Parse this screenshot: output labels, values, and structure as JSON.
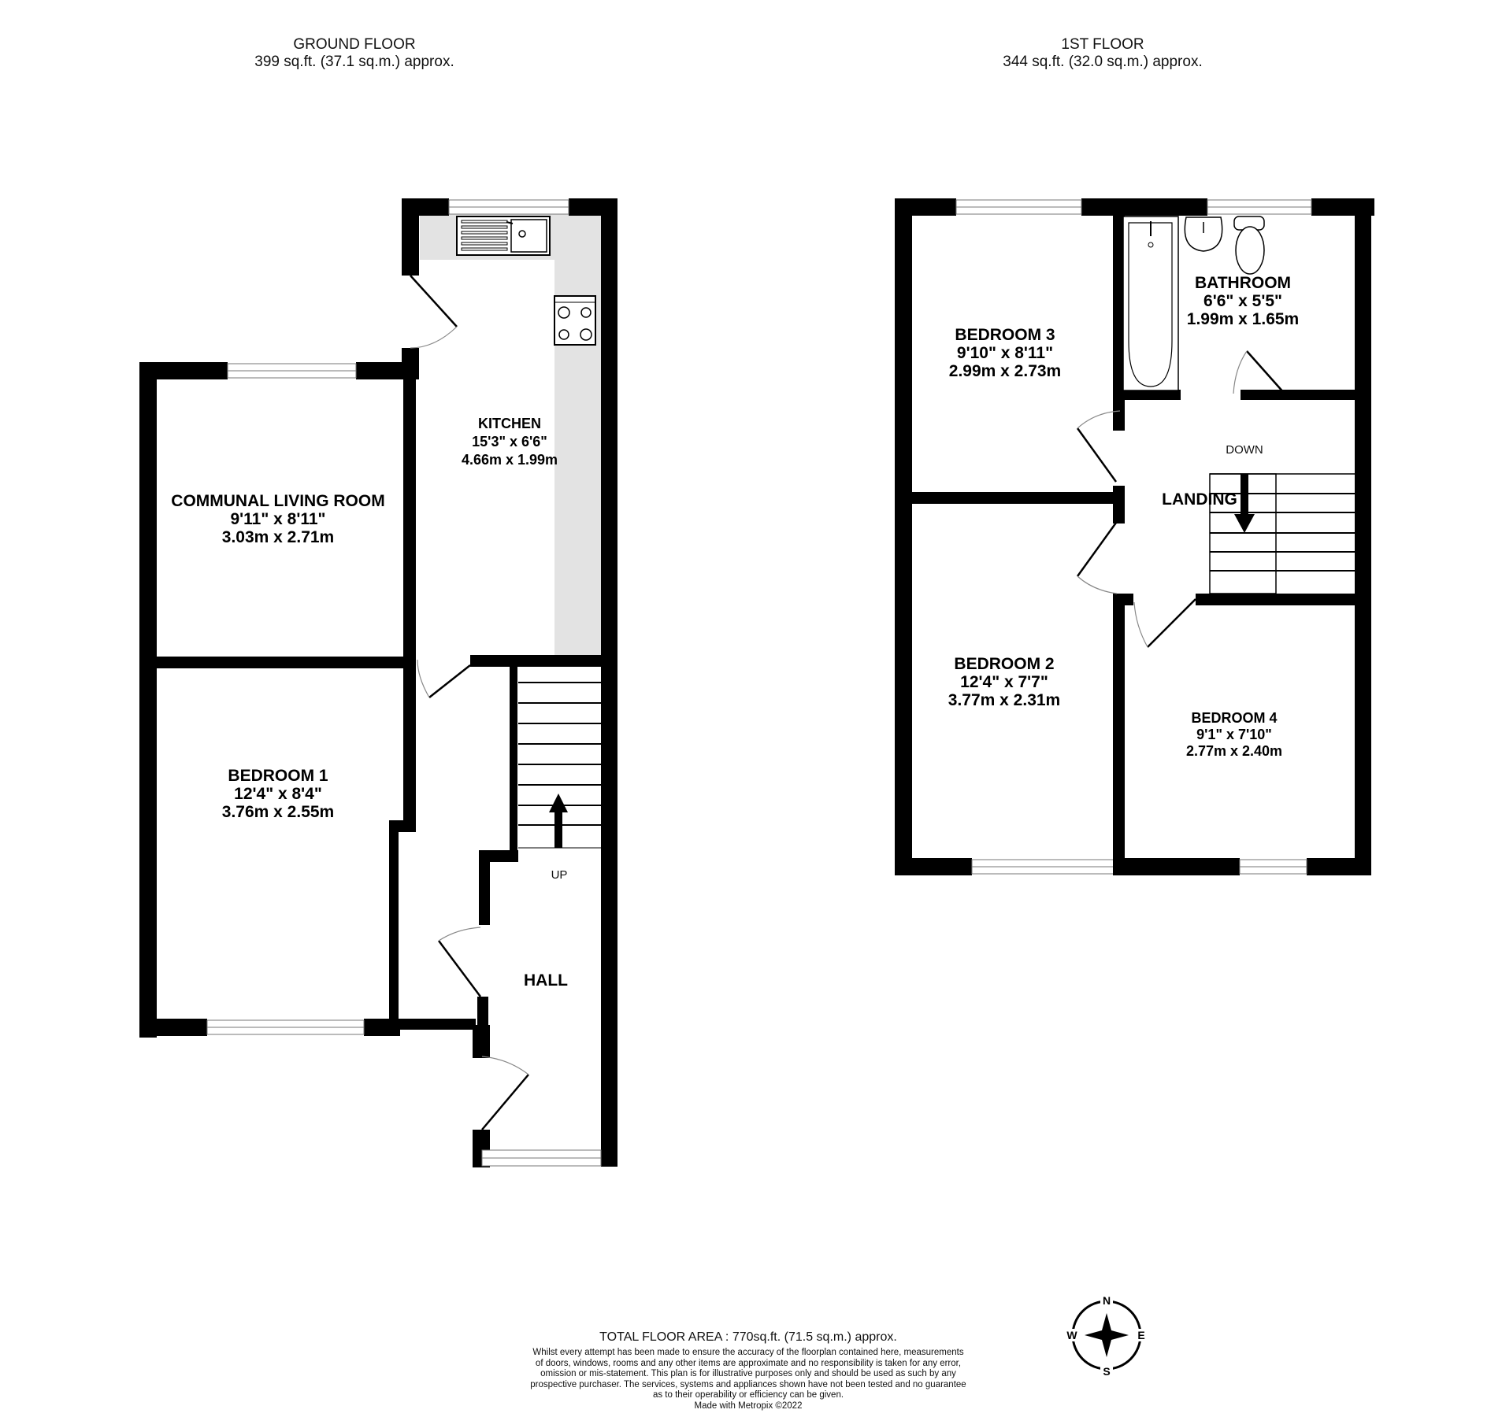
{
  "floors": [
    {
      "name": "GROUND FLOOR",
      "area": "399 sq.ft. (37.1 sq.m.) approx.",
      "rooms": [
        {
          "name": "KITCHEN",
          "imperial": "15'3\"  x 6'6\"",
          "metric": "4.66m  x 1.99m"
        },
        {
          "name": "COMMUNAL LIVING ROOM",
          "imperial": "9'11\"  x 8'11\"",
          "metric": "3.03m  x 2.71m"
        },
        {
          "name": "BEDROOM 1",
          "imperial": "12'4\"  x 8'4\"",
          "metric": "3.76m  x 2.55m"
        },
        {
          "name": "HALL"
        }
      ],
      "stairs_label": "UP"
    },
    {
      "name": "1ST FLOOR",
      "area": "344 sq.ft. (32.0 sq.m.) approx.",
      "rooms": [
        {
          "name": "BATHROOM",
          "imperial": "6'6\"  x 5'5\"",
          "metric": "1.99m  x 1.65m"
        },
        {
          "name": "BEDROOM 3",
          "imperial": "9'10\"  x 8'11\"",
          "metric": "2.99m  x 2.73m"
        },
        {
          "name": "LANDING"
        },
        {
          "name": "BEDROOM 2",
          "imperial": "12'4\"  x 7'7\"",
          "metric": "3.77m  x 2.31m"
        },
        {
          "name": "BEDROOM 4",
          "imperial": "9'1\"  x 7'10\"",
          "metric": "2.77m  x 2.40m"
        }
      ],
      "stairs_label": "DOWN"
    }
  ],
  "footer": {
    "total": "TOTAL FLOOR AREA : 770sq.ft. (71.5 sq.m.) approx.",
    "disclaimer_lines": [
      "Whilst every attempt has been made to ensure the accuracy of the floorplan contained here, measurements",
      "of doors, windows, rooms and any other items are approximate and no responsibility is taken for any error,",
      "omission or mis-statement. This plan is for illustrative purposes only and should be used as such by any",
      "prospective purchaser. The services, systems and appliances shown have not been tested and no guarantee",
      "as to their operability or efficiency can be given."
    ],
    "credit": "Made with Metropix ©2022"
  },
  "compass": {
    "n": "N",
    "s": "S",
    "e": "E",
    "w": "W"
  },
  "colors": {
    "wall": "#000000",
    "worktop": "#e3e3e3",
    "background": "#ffffff"
  }
}
